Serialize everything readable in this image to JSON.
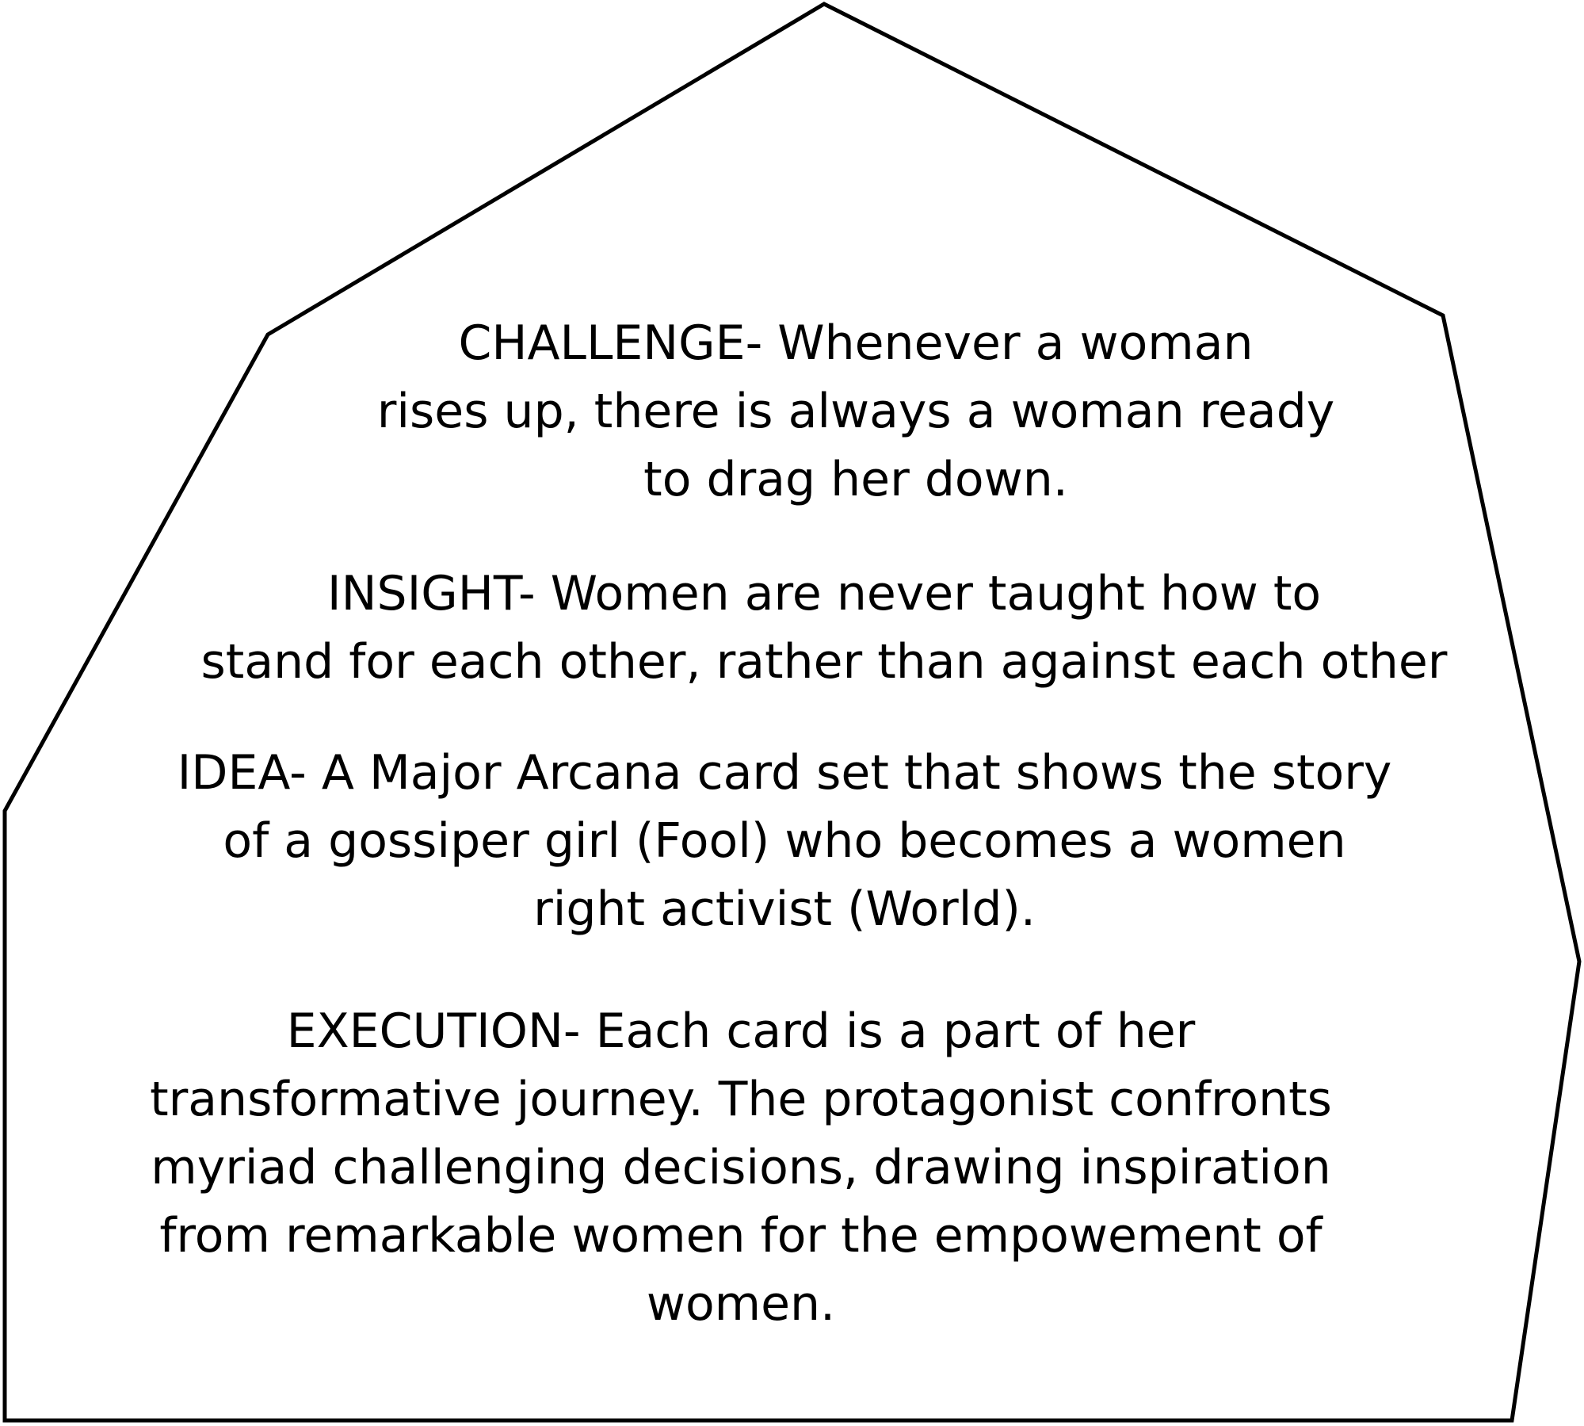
{
  "sections": {
    "challenge": {
      "heading": "CHALLENGE-",
      "line1_rest": " Whenever a woman",
      "line2": "rises up, there is always a woman ready",
      "line3": "to drag her down."
    },
    "insight": {
      "heading": "INSIGHT-",
      "line1_rest": " Women are never taught how to",
      "line2": "stand for each other, rather than against each other"
    },
    "idea": {
      "heading": "IDEA-",
      "line1_rest": " A Major Arcana card set that shows the story",
      "line2": "of a gossiper girl (Fool) who becomes a women",
      "line3": "right activist (World)."
    },
    "execution": {
      "heading": "EXECUTION-",
      "line1_rest": " Each card is a part of her",
      "line2": "transformative journey. The protagonist confronts",
      "line3": "myriad challenging decisions, drawing inspiration",
      "line4": "from remarkable women for the empowement of",
      "line5": "women."
    }
  },
  "colors": {
    "outline": "#000000",
    "text": "#000000",
    "background": "#ffffff"
  }
}
